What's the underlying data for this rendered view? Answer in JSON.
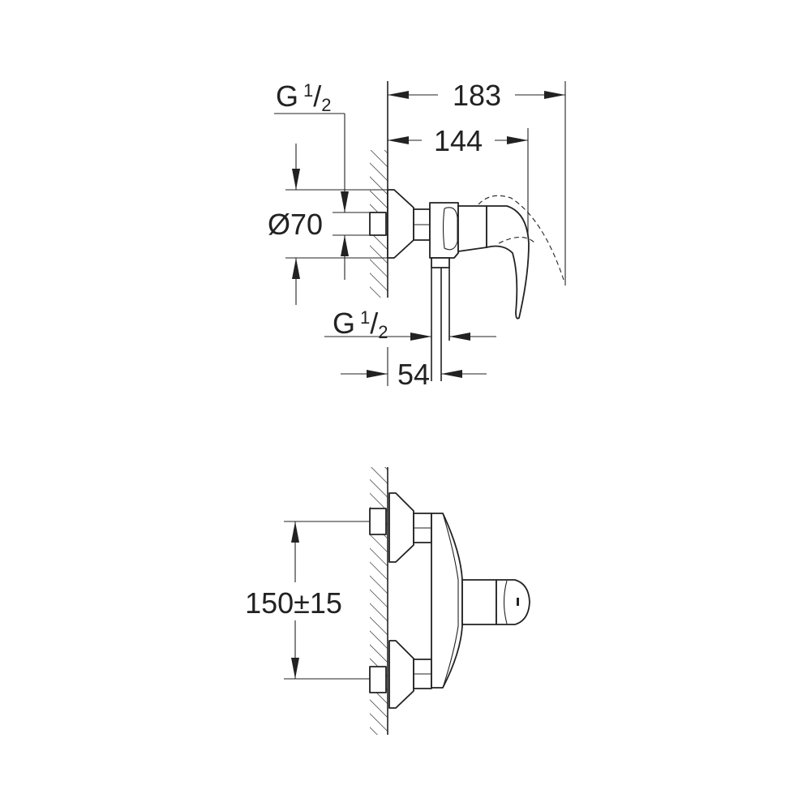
{
  "drawing": {
    "side_view": {
      "overall_depth": "183",
      "lever_depth": "144",
      "escutcheon_diameter": "Ø70",
      "inlet_thread": {
        "main": "G",
        "fraction_num": "1",
        "fraction_sep": "/",
        "fraction_den": "2"
      },
      "outlet_thread": {
        "main": "G",
        "fraction_num": "1",
        "fraction_sep": "/",
        "fraction_den": "2"
      },
      "outlet_offset": "54"
    },
    "front_view": {
      "inlet_spacing": "150±15"
    }
  },
  "colors": {
    "line": "#222222",
    "background": "#ffffff"
  }
}
